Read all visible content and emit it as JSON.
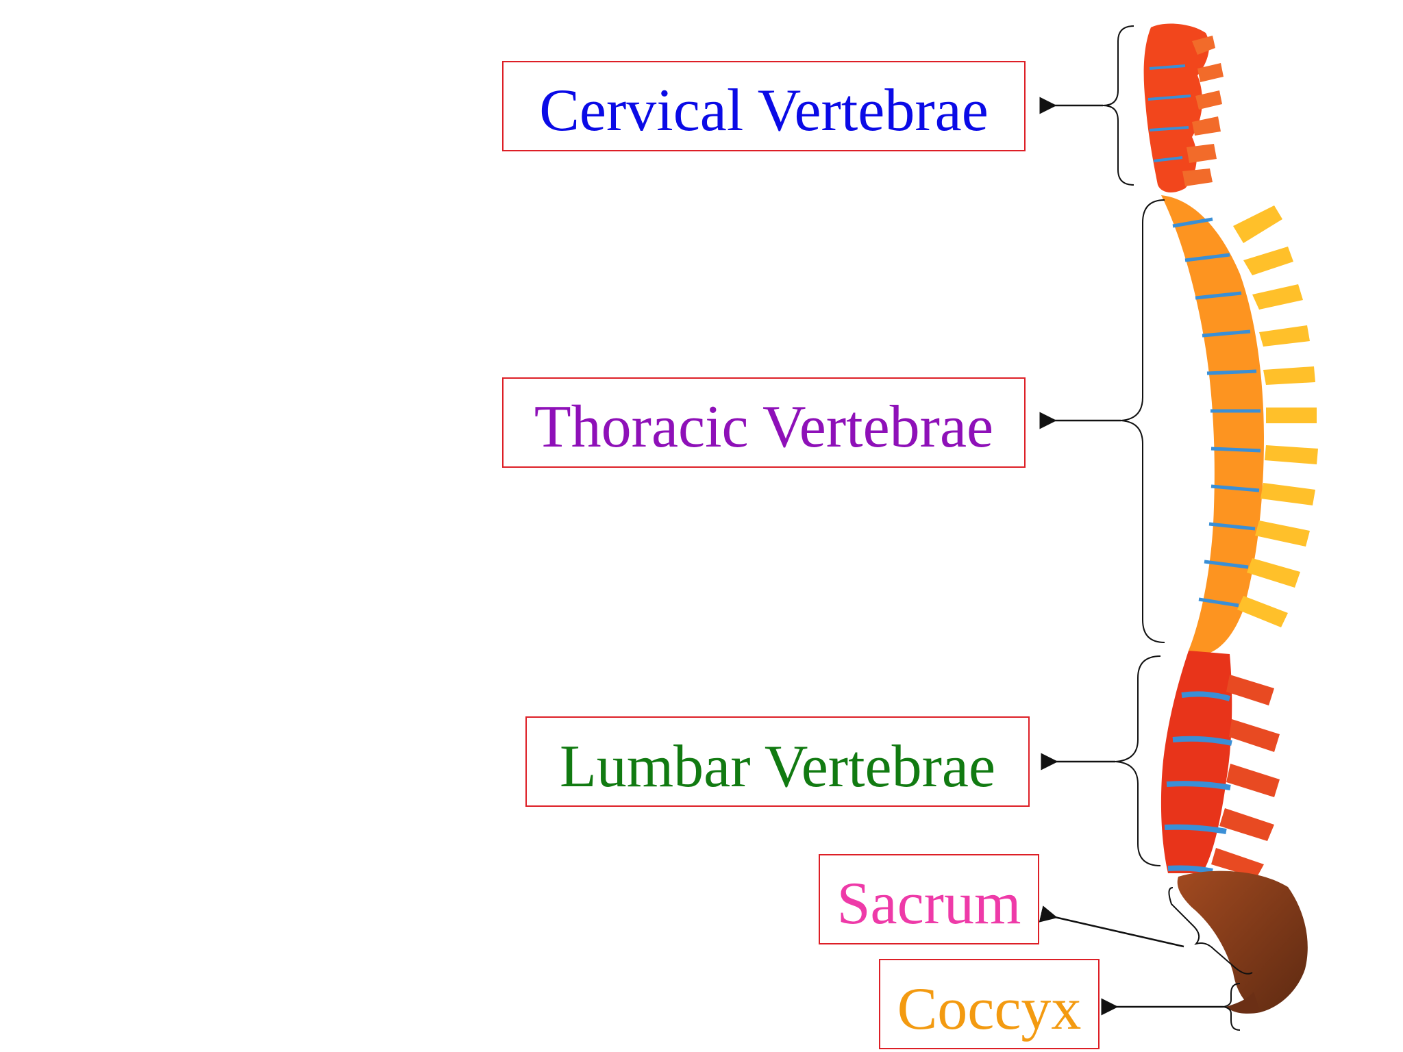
{
  "labels": {
    "cervical": "Cervical Vertebrae",
    "thoracic": "Thoracic Vertebrae",
    "lumbar": "Lumbar Vertebrae",
    "sacrum": "Sacrum",
    "coccyx": "Coccyx"
  },
  "colors": {
    "box_border": "#dd1f26",
    "cervical_text": "#0a0ae6",
    "thoracic_text": "#8e10b8",
    "lumbar_text": "#117a11",
    "sacrum_text": "#ee3aa8",
    "coccyx_text": "#f39a10",
    "cervical_bone": "#f2461c",
    "thoracic_bone": "#fd9420",
    "thoracic_process": "#ffc02a",
    "lumbar_bone": "#e8341a",
    "disc": "#3a8fd6",
    "sacrum_bone": "#8a3d1c",
    "bracket": "#111111"
  }
}
